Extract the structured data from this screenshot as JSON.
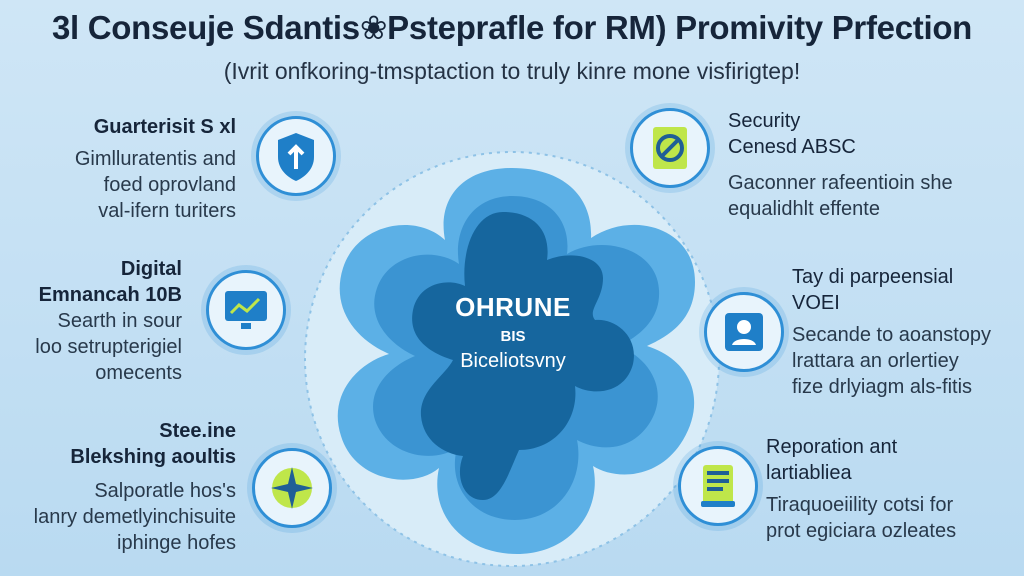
{
  "header": {
    "title": "3l Conseuje Sdantis❀Pstepraﬂe for RM) Promivity Prfection",
    "subtitle": "(Ivrit onfkoring‑tmsptaction to truly kinre mone visfirigtep!"
  },
  "center": {
    "brand": "OHRUNE",
    "sub": "BIS",
    "line": "Biceliotsvny"
  },
  "left_items": [
    {
      "heading": "Guarterisit S xl",
      "lines": [
        "Gimlluratentis and",
        "foed oprovland",
        "val‑ifern turiters"
      ],
      "icon": "shield-arrow-icon"
    },
    {
      "heading_lines": [
        "Digital",
        "Emnancah 10B"
      ],
      "lines": [
        "Searth in sour",
        "loo setrupterigiel",
        "omecents"
      ],
      "icon": "monitor-chart-icon"
    },
    {
      "heading_lines": [
        "Stee.ine",
        "Blekshing aoultis"
      ],
      "lines": [
        "Salporatle hos's",
        "lanry demetlyinchisuite",
        "iphinge hofes"
      ],
      "icon": "compass-star-icon"
    }
  ],
  "right_items": [
    {
      "heading_lines": [
        "Security",
        "Cenesd ABSC"
      ],
      "lines": [
        "Gaconner rafeentioin she",
        "equalidhlt effente"
      ],
      "icon": "blocked-document-icon"
    },
    {
      "heading_lines": [
        "Tay di parpeensial",
        "VOEI"
      ],
      "lines": [
        "Secande to aoanstopy",
        "lrattara an orlertiey",
        "fize drlyiagm als‑fitis"
      ],
      "icon": "user-badge-icon"
    },
    {
      "heading_lines": [
        "Reporation ant",
        "lartiabliea"
      ],
      "lines": [
        "Tiraquoeiility cotsi for",
        "prot egiciara ozleates"
      ],
      "icon": "document-stack-icon"
    }
  ],
  "colors": {
    "background": "#c4e0f4",
    "puzzle_dark": "#16669e",
    "puzzle_mid": "#3b94d2",
    "accent": "#2f8fd6"
  }
}
